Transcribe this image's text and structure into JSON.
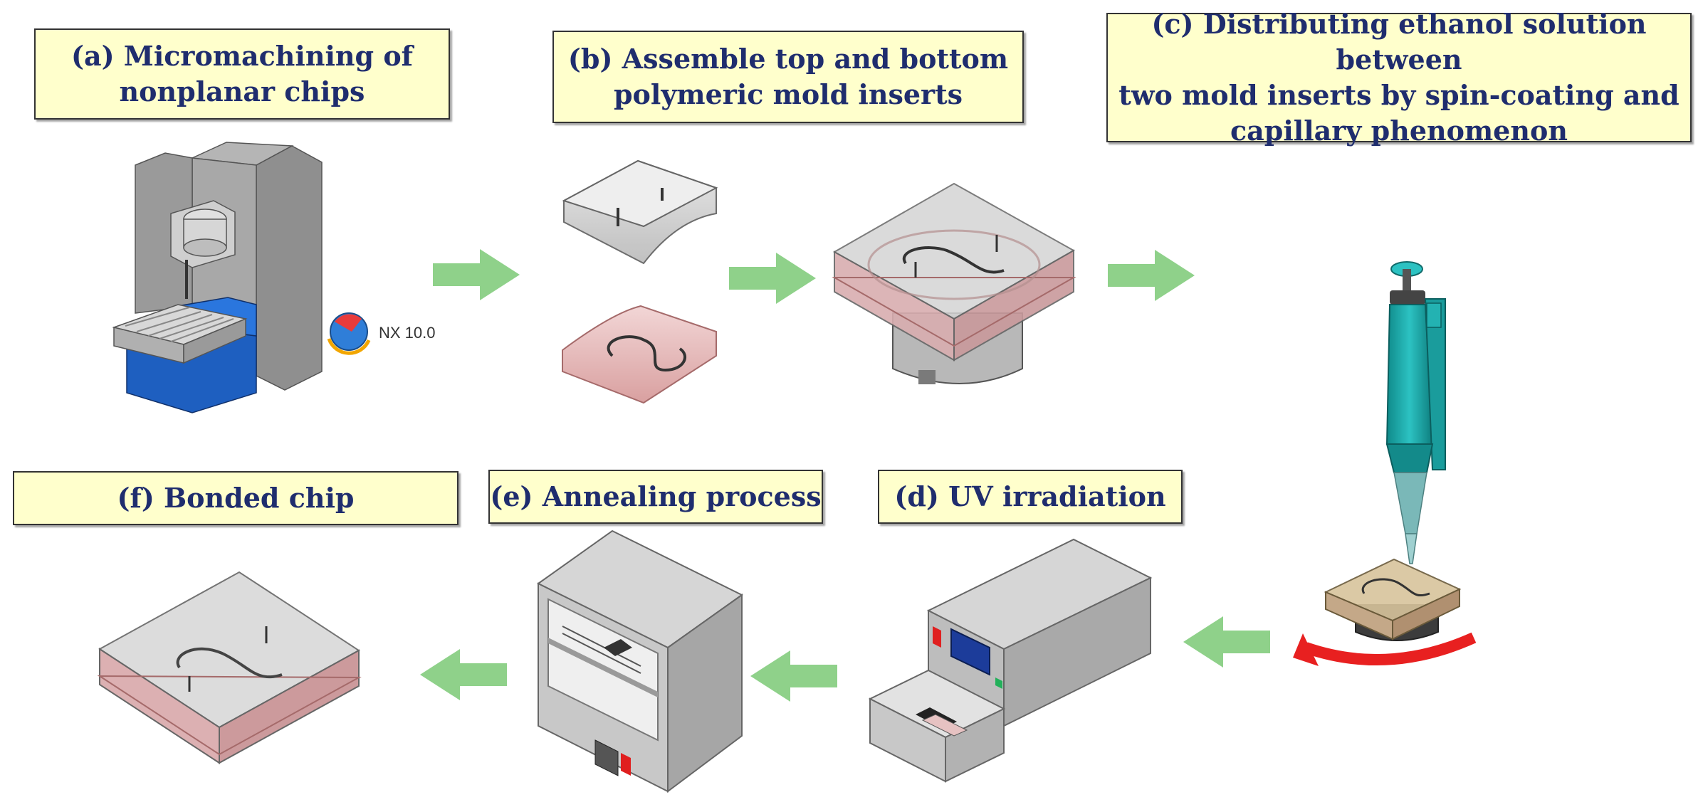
{
  "steps": {
    "a": {
      "label": "(a) Micromachining of\nnonplanar chips"
    },
    "b": {
      "label": "(b) Assemble top and bottom\npolymeric mold inserts"
    },
    "c": {
      "label": "(c) Distributing ethanol solution between\ntwo mold inserts by spin-coating and\ncapillary phenomenon"
    },
    "d": {
      "label": "(d) UV irradiation"
    },
    "e": {
      "label": "(e) Annealing process"
    },
    "f": {
      "label": "(f) Bonded chip"
    }
  },
  "software": {
    "name": "NX 10.0",
    "icon": "nx-logo-icon"
  },
  "colors": {
    "box_fill": "#ffffcc",
    "box_text": "#1f2d6e",
    "arrow": "#8fd18a",
    "mold_pink": "#e8bcbc",
    "machine_gray": "#9c9c9c",
    "machine_blue": "#1e5fc0",
    "pipette_teal": "#20a6a6",
    "rotation_red": "#e82020"
  }
}
